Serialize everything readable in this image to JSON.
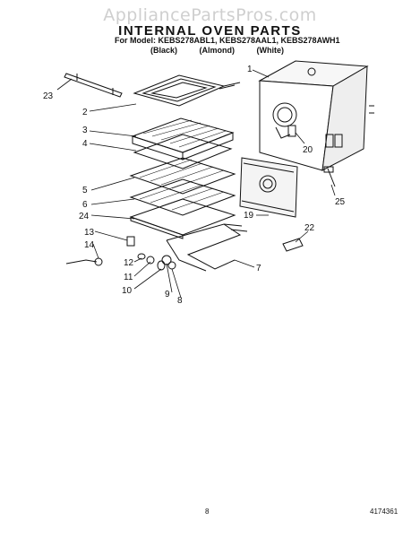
{
  "watermark": "AppliancePartsPros.com",
  "title": "INTERNAL OVEN PARTS",
  "models_line": "For Model: KEBS278ABL1, KEBS278AAL1, KEBS278AWH1",
  "colors": [
    "(Black)",
    "(Almond)",
    "(White)"
  ],
  "callouts": {
    "c1": "1",
    "c2": "2",
    "c3": "3",
    "c4": "4",
    "c5": "5",
    "c6": "6",
    "c7": "7",
    "c8": "8",
    "c9": "9",
    "c10": "10",
    "c11": "11",
    "c12": "12",
    "c13": "13",
    "c14": "14",
    "c19": "19",
    "c20": "20",
    "c22": "22",
    "c23": "23",
    "c24": "24",
    "c25": "25"
  },
  "footer": {
    "page": "8",
    "part_number": "4174361"
  }
}
